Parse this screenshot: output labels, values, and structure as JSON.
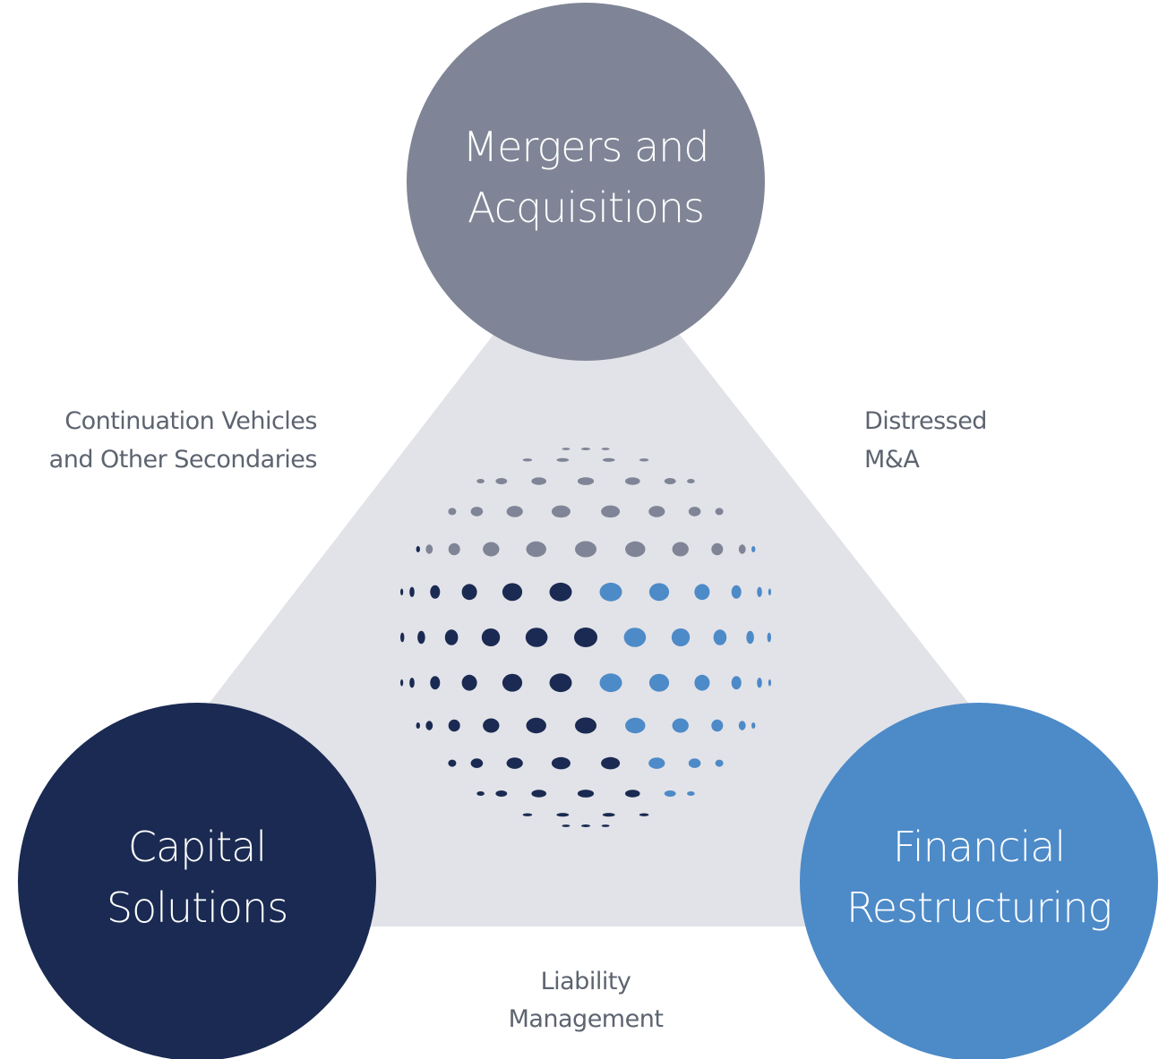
{
  "colors": {
    "triangle": "#e2e3e8",
    "ma": "#7f8596",
    "capital": "#1a2a52",
    "restructuring": "#4d8ac8",
    "edge_text": "#5d6470"
  },
  "nodes": {
    "ma": {
      "line1": "Mergers and",
      "line2": "Acquisitions"
    },
    "capital": {
      "line1": "Capital",
      "line2": "Solutions"
    },
    "restructuring": {
      "line1": "Financial",
      "line2": "Restructuring"
    }
  },
  "edges": {
    "left": {
      "line1": "Continuation Vehicles",
      "line2": "and Other Secondaries"
    },
    "right": {
      "line1": "Distressed",
      "line2": "M&A"
    },
    "bottom": {
      "line1": "Liability",
      "line2": "Management"
    }
  },
  "globe": {
    "icon": "dotted-globe-icon"
  }
}
